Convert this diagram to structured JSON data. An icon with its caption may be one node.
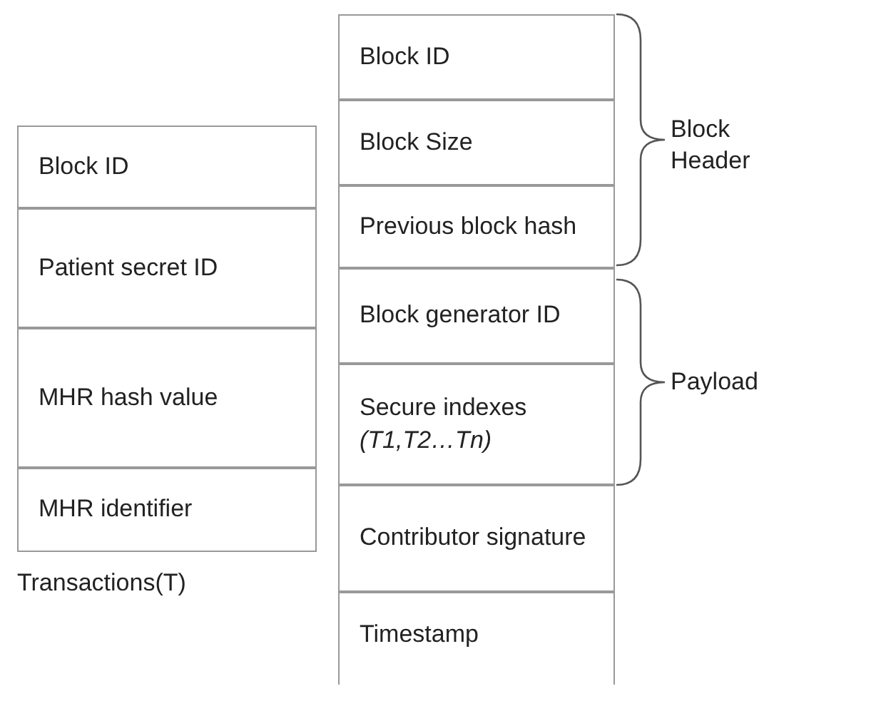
{
  "diagram": {
    "nodes": [
      {
        "text": [
          "Block ID"
        ]
      },
      {
        "text": [
          "Patient secret ID"
        ]
      },
      {
        "text": [
          "MHR hash value"
        ]
      },
      {
        "text": [
          "MHR identifier"
        ]
      },
      {
        "text": [
          "Block ID"
        ]
      },
      {
        "text": [
          "Block Size"
        ]
      },
      {
        "text": [
          "Previous block hash"
        ]
      },
      {
        "text": [
          "Block generator ID"
        ]
      },
      {
        "text": [
          "Secure indexes *(T1,T2…Tn)*"
        ]
      },
      {
        "text": [
          "Contributor signature"
        ]
      },
      {
        "text": [
          "Timestamp"
        ]
      }
    ],
    "edges": [],
    "labels": [
      "Block Header",
      "Payload",
      "Transactions(T)"
    ]
  }
}
